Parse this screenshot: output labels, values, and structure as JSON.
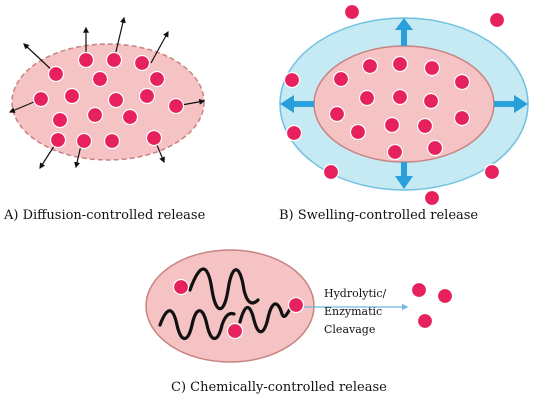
{
  "captions": {
    "a": "A) Diffusion-controlled release",
    "b": "B) Swelling-controlled release",
    "c": "C) Chemically-controlled release"
  },
  "process_label": [
    "Hydrolytic/",
    "Enzymatic",
    "Cleavage"
  ],
  "colors": {
    "matrix_fill": "#f6c3c4",
    "matrix_stroke": "#c98282",
    "swollen_fill": "#c6eaf3",
    "swollen_stroke": "#6fc1df",
    "particle": "#e6215d",
    "arrow_blue": "#2b9fd9",
    "chain": "#111111"
  }
}
